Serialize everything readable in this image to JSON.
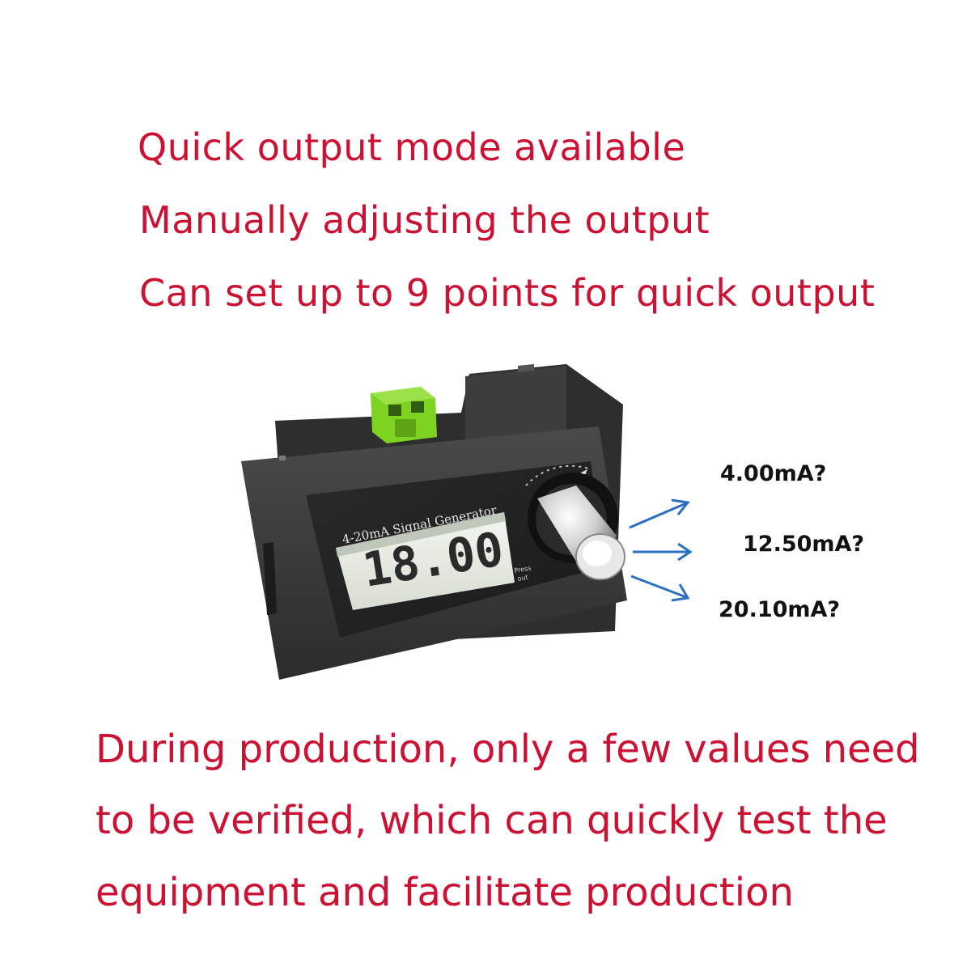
{
  "headline": {
    "line1": "Quick output mode available",
    "line2": "Manually adjusting the output",
    "line3": "Can set up to 9 points for quick output"
  },
  "device": {
    "panel_label": "4-20mA Signal Generator",
    "lcd_reading": "18.00",
    "button_label_1": "Press",
    "button_label_2": "out"
  },
  "output_values": [
    "4.00mA?",
    "12.50mA?",
    "20.10mA?"
  ],
  "footer": {
    "line1": "During production, only a few values need",
    "line2": "to be verified, which can quickly test the",
    "line3": "equipment and facilitate production"
  },
  "colors": {
    "text_red": "#cc1133",
    "arrow_blue": "#2a6fc4",
    "terminal_green": "#7ed321",
    "housing": "#3a3a3a"
  }
}
